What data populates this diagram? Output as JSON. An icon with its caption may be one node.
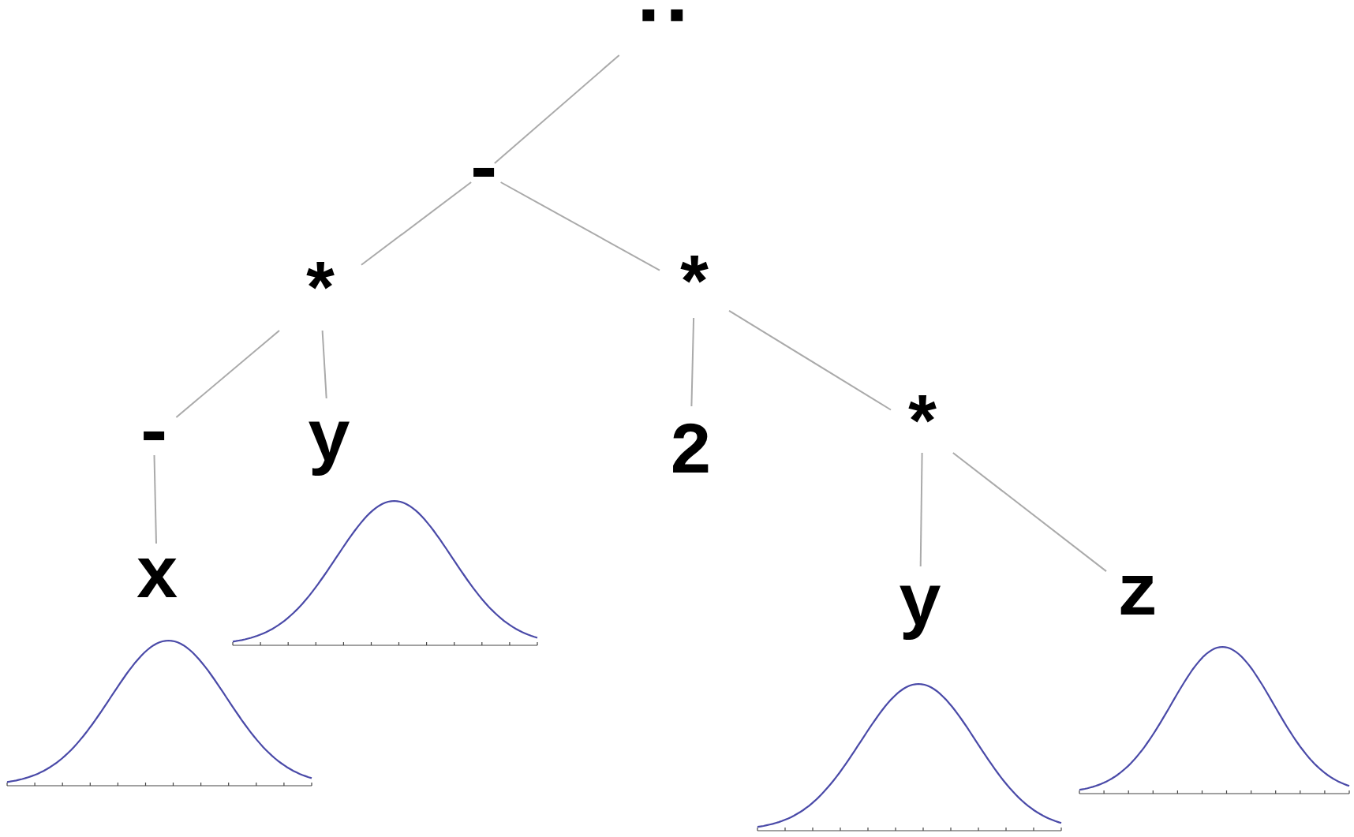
{
  "diagram": {
    "nodes": [
      {
        "text": [
          "▪▪"
        ]
      },
      {
        "text": [
          "-"
        ]
      },
      {
        "text": [
          "*"
        ]
      },
      {
        "text": [
          "*"
        ]
      },
      {
        "text": [
          "-"
        ]
      },
      {
        "text": [
          "y"
        ]
      },
      {
        "text": [
          "2"
        ]
      },
      {
        "text": [
          "*"
        ]
      },
      {
        "text": [
          "x"
        ]
      },
      {
        "text": [
          "y"
        ]
      },
      {
        "text": [
          "z"
        ]
      }
    ],
    "edges": [
      {
        "from": 0,
        "to": 1,
        "arrow": "none"
      },
      {
        "from": 1,
        "to": 2,
        "arrow": "none"
      },
      {
        "from": 1,
        "to": 3,
        "arrow": "none"
      },
      {
        "from": 2,
        "to": 4,
        "arrow": "none"
      },
      {
        "from": 2,
        "to": 5,
        "arrow": "none"
      },
      {
        "from": 3,
        "to": 6,
        "arrow": "none"
      },
      {
        "from": 3,
        "to": 7,
        "arrow": "none"
      },
      {
        "from": 4,
        "to": 8,
        "arrow": "none"
      },
      {
        "from": 7,
        "to": 9,
        "arrow": "none"
      },
      {
        "from": 7,
        "to": 10,
        "arrow": "none"
      }
    ]
  }
}
